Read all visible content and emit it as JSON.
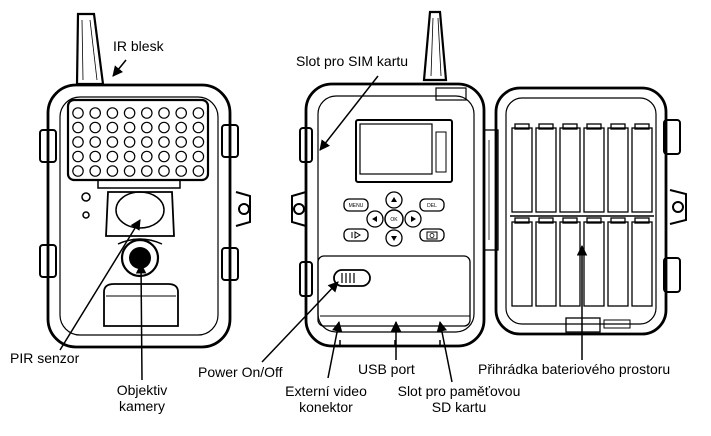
{
  "labels": {
    "ir_flash": "IR blesk",
    "sim_slot": "Slot pro SIM kartu",
    "pir_sensor": "PIR senzor",
    "camera_lens": [
      "Objektiv",
      "kamery"
    ],
    "power_switch": "Power On/Off",
    "usb_port": "USB port",
    "video_connector": [
      "Externí video",
      "konektor"
    ],
    "sd_slot": [
      "Slot pro paměťovou",
      "SD kartu"
    ],
    "battery_compartment": "Přihrádka bateriového prostoru"
  },
  "buttons": {
    "menu": "MENU",
    "del": "DEL",
    "ok": "OK"
  }
}
